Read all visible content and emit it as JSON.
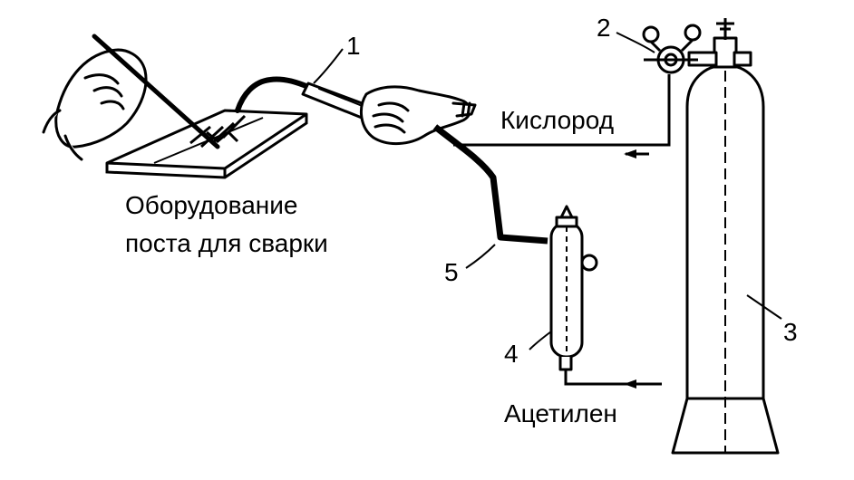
{
  "labels": {
    "callout_1": "1",
    "callout_2": "2",
    "callout_3": "3",
    "callout_4": "4",
    "callout_5": "5",
    "oxygen": "Кислород",
    "acetylene": "Ацетилен",
    "caption_line1": "Оборудование",
    "caption_line2": "поста для сварки"
  },
  "colors": {
    "ink": "#000000",
    "paper": "#ffffff"
  }
}
